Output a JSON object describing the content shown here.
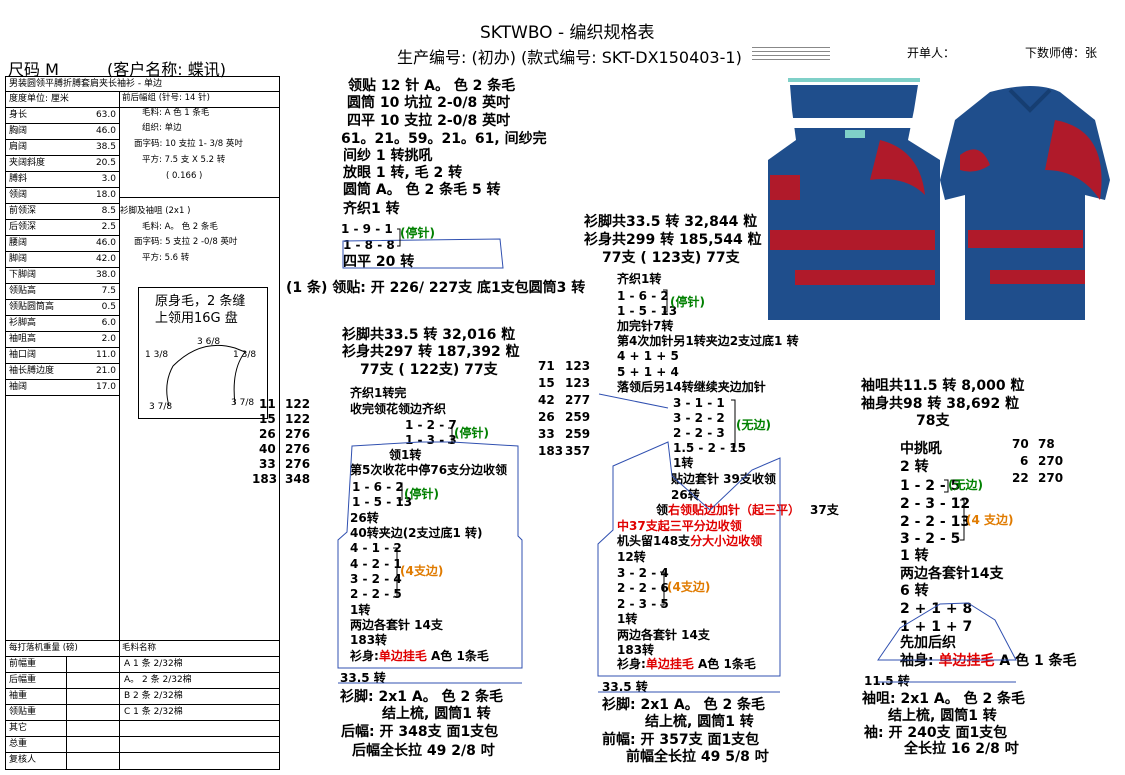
{
  "header": {
    "title": "SKTWBO - 编织规格表",
    "prod_line": "生产编号: (初办) (款式编号: SKT-DX150403-1)",
    "opener": "开单人：",
    "master": "下数师傅：张",
    "size": "尺码  M",
    "client": "(客户名称: 蝶讯)"
  },
  "spec": {
    "title": "男装圆领平膊折膊套肩夹长袖衫 - 单边",
    "unit_label": "度度单位: 厘米",
    "rows": [
      {
        "k": "身长",
        "v": "63.0"
      },
      {
        "k": "胸阔",
        "v": "46.0"
      },
      {
        "k": "肩阔",
        "v": "38.5"
      },
      {
        "k": "夹阔斜度",
        "v": "20.5"
      },
      {
        "k": "膊斜",
        "v": "3.0"
      },
      {
        "k": "领阔",
        "v": "18.0"
      },
      {
        "k": "前领深",
        "v": "8.5"
      },
      {
        "k": "后领深",
        "v": "2.5"
      },
      {
        "k": "腰阔",
        "v": "46.0"
      },
      {
        "k": "脚阔",
        "v": "42.0"
      },
      {
        "k": "下脚阔",
        "v": "38.0"
      },
      {
        "k": "领贴高",
        "v": "7.5"
      },
      {
        "k": "领贴圆筒高",
        "v": "0.5"
      },
      {
        "k": "衫脚高",
        "v": "6.0"
      },
      {
        "k": "袖咀高",
        "v": "2.0"
      },
      {
        "k": "袖口阔",
        "v": "11.0"
      },
      {
        "k": "袖长膊边度",
        "v": "21.0"
      },
      {
        "k": "袖阔",
        "v": "17.0"
      }
    ],
    "body_header": "前后幅组 (针号: 14 针)",
    "body_notes": [
      "毛料: A 色 1 条毛",
      "组织: 单边",
      "面字码: 10 支拉 1- 3/8 英吋",
      "平方: 7.5 支 X 5.2 转",
      "( 0.166 )"
    ],
    "sleeve_header": "衫脚及袖咀 (2x1 )",
    "sleeve_notes": [
      "毛料: A。 色 2 条毛",
      "面字码: 5 支拉 2 -0/8 英吋",
      "平方: 5.6 转"
    ],
    "neck_box": [
      "原身毛，2 条缝",
      "上领用16G 盘"
    ],
    "neck_dims": {
      "top": "3 6/8",
      "left": "1 3/8",
      "right": "1 3/8",
      "bl": "3 7/8",
      "br": "3 7/8"
    },
    "weights_header": [
      "每打落机重量 (磅)",
      "毛料名称"
    ],
    "weights": [
      {
        "k": "前幅重",
        "v": "A  1 条 2/32棉"
      },
      {
        "k": "后幅重",
        "v": "A。 2 条 2/32棉"
      },
      {
        "k": "袖重",
        "v": "B  2 条 2/32棉"
      },
      {
        "k": "领贴重",
        "v": "C  1 条 2/32棉"
      },
      {
        "k": "其它",
        "v": ""
      },
      {
        "k": "总重",
        "v": ""
      },
      {
        "k": "复核人",
        "v": ""
      }
    ]
  },
  "collar": {
    "lines": [
      "领贴  12 针 A。 色 2 条毛",
      "圆筒 10 坑拉 2-0/8 英吋",
      "四平 10 支拉 2-0/8 英吋",
      "61。21。59。21。61, 间纱完",
      "间纱 1 转挑吼",
      "放眼 1 转, 毛 2 转",
      "圆筒 A。 色 2 条毛     5 转",
      "齐织1 转"
    ],
    "steps": [
      "1 - 9 - 1",
      "1 - 8 - 8"
    ],
    "stop": "(停针)",
    "siping": "四平      20 转",
    "open": "(1 条) 领贴: 开 226/ 227支 底1支包圆筒3 转"
  },
  "back": {
    "summary": [
      "衫脚共33.5 转 32,016 粒",
      "衫身共297 转 187,392 粒",
      "77支 ( 122支) 77支"
    ],
    "nums": [
      [
        "71",
        "123"
      ],
      [
        "15",
        "123"
      ],
      [
        "42",
        "277"
      ],
      [
        "26",
        "259"
      ],
      [
        "33",
        "259"
      ],
      [
        "183",
        "357"
      ]
    ],
    "leftnums": [
      [
        "11",
        "122"
      ],
      [
        "15",
        "122"
      ],
      [
        "26",
        "276"
      ],
      [
        "40",
        "276"
      ],
      [
        "33",
        "276"
      ],
      [
        "183",
        "348"
      ]
    ],
    "inner": [
      "齐织1转完",
      "收完领花领边齐织",
      "1 - 2 - 7",
      "1 - 3 - 3",
      "领1转",
      "第5次收花中停76支分边收领",
      "1 - 6 - 2",
      "1 - 5 - 13",
      "26转",
      "40转夹边(2支过底1 转)",
      "4 - 1 - 2",
      "4 - 2 - 1",
      "3 - 2 - 4",
      "2 - 2 - 5",
      "1转",
      "两边各套针 14支",
      "183转"
    ],
    "stop": "(停针)",
    "cut": "(4支边)",
    "shen_pre": "衫身:",
    "shen_red": "单边挂毛",
    "shen_post": " A色 1条毛",
    "foot": "33.5 转",
    "bottom": [
      "衫脚: 2x1    A。 色 2 条毛",
      "结上梳, 圆筒1 转",
      "后幅: 开 348支 面1支包",
      "后幅全长拉 49 2/8 吋"
    ]
  },
  "front": {
    "summary": [
      "衫脚共33.5 转 32,844 粒",
      "衫身共299 转 185,544 粒",
      "77支 ( 123支) 77支"
    ],
    "inner_top": [
      "齐织1转",
      "1 - 6 - 2",
      "1 - 5 - 13",
      "加完针7转",
      "第4次加针另1转夹边2支过底1 转",
      "4 + 1 + 5",
      "5 + 1 + 4",
      "落领后另14转继续夹边加针"
    ],
    "stop": "(停针)",
    "neck": [
      "3 - 1 - 1",
      "3 - 2 - 2",
      "2 - 2 - 3",
      "1.5 - 2 - 15",
      "1转"
    ],
    "no_edge": "(无边)",
    "inner2": [
      "贴边套针 39支收领",
      "26转"
    ],
    "red_pre": "领",
    "red1": "右领贴边加针（起三平）",
    "red1_tail": "37支",
    "red2": "中37支起三平分边收领",
    "red3_pre": "机头留148支",
    "red3": "分大小边收领",
    "inner3": [
      "12转",
      "3 - 2 - 4",
      "2 - 2 - 6",
      "2 - 3 - 5",
      "1转",
      "两边各套针 14支",
      "183转"
    ],
    "cut": "(4支边)",
    "shen_pre": "衫身:",
    "shen_red": "单边挂毛",
    "shen_post": " A色 1条毛",
    "foot": "33.5 转",
    "bottom": [
      "衫脚: 2x1    A。 色 2 条毛",
      "结上梳, 圆筒1 转",
      "前幅: 开 357支 面1支包",
      "前幅全长拉 49 5/8 吋"
    ]
  },
  "sleeve": {
    "summary": [
      "袖咀共11.5 转 8,000 粒",
      "袖身共98 转 38,692 粒",
      "78支"
    ],
    "mid": "中挑吼",
    "nums": [
      [
        "70",
        "78"
      ],
      [
        "6",
        "270"
      ],
      [
        "22",
        "270"
      ]
    ],
    "steps": [
      "2 转",
      "1 - 2 - 5",
      "2 - 3 - 12",
      "2 - 2 - 13",
      "3 - 2 - 5",
      "1 转",
      "两边各套针14支",
      "6 转",
      "2 + 1 + 8",
      "1 + 1 + 7",
      "先加后织"
    ],
    "no_edge": "(无边)",
    "cut": "(4 支边)",
    "shen_pre": "袖身: ",
    "shen_red": "单边挂毛",
    "shen_post": " A 色 1 条毛",
    "foot": "11.5 转",
    "bottom": [
      "袖咀: 2x1    A。 色 2 条毛",
      "结上梳, 圆筒1 转",
      "袖: 开 240支 面1支包",
      "全长拉  16 2/8 吋"
    ]
  },
  "colors": {
    "navy": "#1f4e8c",
    "red": "#b01a2a",
    "teal": "#7fd0c8"
  }
}
